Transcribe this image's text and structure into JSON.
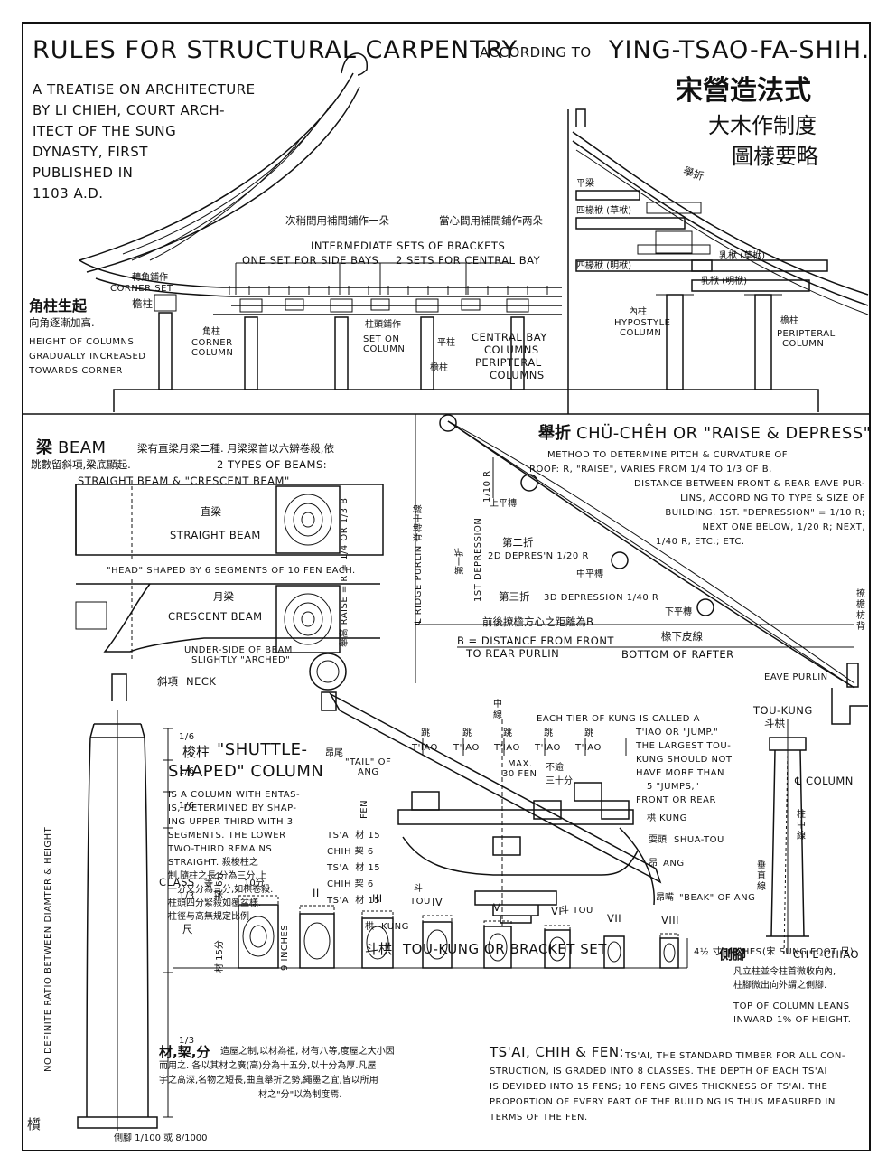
{
  "title": {
    "main": "RULES FOR STRUCTURAL CARPENTRY",
    "according": "ACCORDING TO",
    "source": "YING-TSAO-FA-SHIH.",
    "cjk_title": "宋營造法式",
    "cjk_sub1": "大木作制度",
    "cjk_sub2": "圖樣要略"
  },
  "intro": {
    "lines": [
      "A TREATISE ON ARCHITECTURE",
      "BY LI CHIEH, COURT ARCH-",
      "ITECT OF THE SUNG",
      "DYNASTY, FIRST",
      "PUBLISHED IN",
      "1103 A.D."
    ]
  },
  "elevation": {
    "cjk_side": "次稍間用補間鋪作一朵",
    "cjk_central": "當心間用補間鋪作两朵",
    "intermediate": "INTERMEDIATE SETS OF BRACKETS",
    "one_set": "ONE SET FOR SIDE BAYS",
    "two_sets": "2 SETS FOR CENTRAL BAY",
    "corner_cjk": "轉角鋪作",
    "corner_set": "CORNER SET",
    "corner_rise_cjk": "角柱生起",
    "corner_rise_cjk2": "向角逐漸加高.",
    "eave_col_cjk": "檐柱",
    "height_note": [
      "HEIGHT OF COLUMNS",
      "GRADUALLY INCREASED",
      "TOWARDS CORNER"
    ],
    "corner_col_cjk": "角柱",
    "corner_column": [
      "CORNER",
      "COLUMN"
    ],
    "set_on_col_cjk": "柱頭鋪作",
    "set_on_column": [
      "SET ON",
      "COLUMN"
    ],
    "central_cjk": "平柱",
    "central_bay": [
      "CENTRAL BAY",
      "COLUMNS"
    ],
    "peripteral_cjk": "檐柱",
    "peripteral": [
      "PERIPTERAL",
      "COLUMNS"
    ]
  },
  "section": {
    "raise_cjk": "舉折",
    "beam1": "平梁",
    "beam2": "四椽栿 (草栿)",
    "beam3": "四椽栿 (明栿)",
    "beam4": "乳栿 (草栿)",
    "beam5": "乳栿 (明栿)",
    "inner_cjk": "內柱",
    "hypostyle": [
      "HYPOSTYLE",
      "COLUMN"
    ],
    "eave_cjk": "檐柱",
    "peripteral": [
      "PERIPTERAL",
      "COLUMN"
    ]
  },
  "beam": {
    "cjk": "梁",
    "title": "BEAM",
    "desc_cjk_1": "梁有直梁月梁二種. 月梁梁首以六辧卷殺,依",
    "desc_cjk_2": "跳數留斜項,梁底顯起.",
    "types": "2 TYPES OF BEAMS:",
    "types2": "STRAIGHT BEAM & \"CRESCENT BEAM\"",
    "straight_cjk": "直梁",
    "straight": "STRAIGHT BEAM",
    "head_note": "\"HEAD\" SHAPED BY 6 SEGMENTS OF 10 FEN EACH.",
    "crescent_cjk": "月梁",
    "crescent": "CRESCENT BEAM",
    "under_side": [
      "UNDER-SIDE OF BEAM",
      "SLIGHTLY \"ARCHED\""
    ],
    "neck_cjk": "斜項",
    "neck": "NECK"
  },
  "raise": {
    "cjk": "舉折",
    "title": "CHÜ-CHÊH OR \"RAISE & DEPRESS\"",
    "text_lines": [
      "METHOD TO DETERMINE PITCH & CURVATURE OF",
      "ROOF: R, \"RAISE\", VARIES FROM 1/4 TO 1/3 OF B,",
      "DISTANCE BETWEEN FRONT & REAR EAVE PUR-",
      "LINS, ACCORDING TO TYPE & SIZE OF",
      "BUILDING. 1ST. \"DEPRESSION\" = 1/10 R;",
      "NEXT ONE BELOW, 1/20 R; NEXT,",
      "1/40 R, ETC.; ETC."
    ],
    "raise_label": "舉高 RAISE = R = 1/4 OR 1/3 B",
    "ridge_label": "℄ RIDGE PURLIN 脊槫中線",
    "first_dep_cjk": "第一折",
    "first_dep": "1ST DEPRESSION",
    "tenth_r": "1/10 R",
    "upper_purlin": "上平槫",
    "second_cjk": "第二折",
    "second": "2D DEPRES'N 1/20 R",
    "mid_purlin": "中平槫",
    "third_cjk": "第三折",
    "third": "3D DEPRESSION 1/40 R",
    "lower_purlin": "下平槫",
    "b_cjk": "前後撩檐方心之距離為B.",
    "b_def": [
      "B = DISTANCE FROM FRONT",
      "TO REAR PURLIN"
    ],
    "rafter_cjk": "椽下皮線",
    "rafter": "BOTTOM OF RAFTER",
    "eave_purlin_cjk": "撩檐枋背",
    "eave_purlin": "EAVE PURLIN"
  },
  "tou_kung": {
    "center_cjk": "中線",
    "tiao_cjk": "跳",
    "tiao": "T'IAO",
    "max_note": [
      "MAX.",
      "30 FEN"
    ],
    "max_cjk": [
      "不逾",
      "三十分"
    ],
    "tier_note": [
      "EACH TIER OF KUNG IS CALLED A",
      "T'IAO OR \"JUMP.\"",
      "THE LARGEST TOU-",
      "KUNG SHOULD NOT",
      "HAVE MORE THAN",
      "5 \"JUMPS,\"",
      "FRONT OR REAR"
    ],
    "kung_cjk": "栱",
    "kung": "KUNG",
    "shua_cjk": "耍頭",
    "shua": "SHUA-TOU",
    "ang_cjk": "昂",
    "ang": "ANG",
    "beak_cjk": "昂嘴",
    "beak": "\"BEAK\" OF ANG",
    "tail_cjk": "昂尾",
    "tail": [
      "\"TAIL\" OF",
      "ANG"
    ],
    "fen_label": "FEN",
    "fen_nums": [
      "15",
      "6",
      "15",
      "6",
      "15"
    ],
    "tsai_labels": [
      "TS'AI",
      "CHIH",
      "TS'AI",
      "CHIH",
      "TS'AI"
    ],
    "tsai_cjk": [
      "材",
      "栔",
      "材",
      "栔",
      "材"
    ],
    "tou_cjk": "斗",
    "tou": "TOU",
    "tou2": "TOU",
    "kung_bottom_cjk": "栱",
    "kung_bottom": "KUNG",
    "caption_cjk": "斗栱",
    "caption": "TOU-KUNG OR BRACKET SET"
  },
  "column": {
    "ratio_note": "NO DEFINITE RATIO BETWEEN DIAMTER & HEIGHT",
    "fractions": [
      "1/6",
      "1/6",
      "1/6",
      "1/3",
      "1/3"
    ],
    "base_cjk": "櫍",
    "lean_note": "側腳 1/100 或 8/1000",
    "shuttle_cjk": "梭柱",
    "shuttle_title": "\"SHUTTLE-",
    "shuttle_title2": "SHAPED\" COLUMN",
    "desc_lines": [
      "IS A COLUMN WITH ENTAS-",
      "IS, DETERMINED BY SHAP-",
      "ING UPPER THIRD WITH 3",
      "SEGMENTS. THE LOWER",
      "TWO-THIRD REMAINS",
      "STRAIGHT."
    ],
    "desc_cjk": [
      "殺梭柱之",
      "制,隨柱之長,分為三分,上",
      "一分又分為三分,如栱卷殺.",
      "柱頭四分緊殺如覆盆樣.",
      "柱徑与高無規定比例."
    ]
  },
  "right_column": {
    "tou_kung": "TOU-KUNG",
    "tou_kung_cjk": "斗栱",
    "col_label": "℄ COLUMN",
    "col_center_cjk": "柱中線",
    "vertical_cjk": "垂直線",
    "che_cjk": "側腳",
    "che": "CH'E-CHIAO",
    "che_note_cjk": [
      "凡立柱並令柱首微收向內,",
      "柱腳微出向外謂之側腳."
    ],
    "lean_note": [
      "TOP OF COLUMN LEANS",
      "INWARD 1% OF HEIGHT."
    ]
  },
  "classes": {
    "class_label": "CLASS",
    "class_cjk": "等",
    "width": "10分",
    "qi_cjk": "栔 6分",
    "cai_cjk": "材 15分",
    "chi_cjk": "尺",
    "inches": "9 INCHES",
    "numerals": [
      "I",
      "II",
      "III",
      "IV",
      "V",
      "VI",
      "VII",
      "VIII"
    ],
    "scale_note": "4½ 寸 INCHES",
    "sung_foot": "(宋 SUNG FOOT 尺)"
  },
  "fen": {
    "cjk_title": "材,栔,分",
    "cjk_lines": [
      "造屋之制,以材為祖, 材有八等,度屋之大小因",
      "而用之. 各以其材之廣(高)分為十五分,以十分為厚.凡屋",
      "宇之高深,名物之短長,曲直舉折之勢,繩墨之宜,皆以所用",
      "材之\"分\"以為制度焉."
    ],
    "title": "TS'AI, CHIH & FEN:",
    "text_lines": [
      "TS'AI, THE STANDARD TIMBER FOR ALL CON-",
      "STRUCTION, IS GRADED INTO 8 CLASSES. THE DEPTH OF EACH TS'AI",
      "IS DEVIDED INTO 15 FENS; 10 FENS GIVES THICKNESS OF TS'AI. THE",
      "PROPORTION OF EVERY PART OF THE BUILDING IS THUS MEASURED IN",
      "TERMS OF THE FEN."
    ]
  }
}
